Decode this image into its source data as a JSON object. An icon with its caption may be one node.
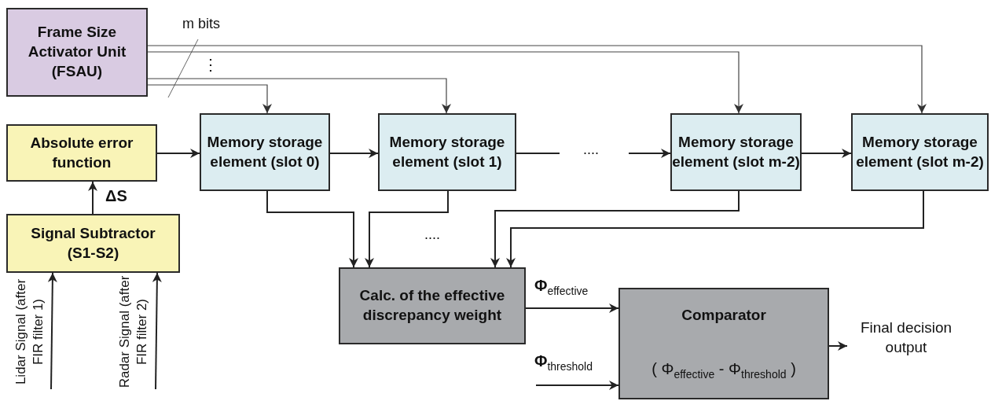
{
  "diagram": {
    "nodes": [
      {
        "text": [
          "Frame Size Activator Unit (FSAU)"
        ]
      },
      {
        "text": [
          "Absolute error function"
        ]
      },
      {
        "text": [
          "Signal  Subtractor (S1-S2)"
        ]
      },
      {
        "text": [
          "Memory storage element (slot 0)"
        ]
      },
      {
        "text": [
          "Memory storage element (slot 1)"
        ]
      },
      {
        "text": [
          "Memory storage element (slot m-2)"
        ]
      },
      {
        "text": [
          "Memory storage element (slot m-2)"
        ]
      },
      {
        "text": [
          "Calc.  of the effective discrepancy weight"
        ]
      },
      {
        "text": [
          "Comparator",
          "( Φ$_{effective}$ - Φ$_{threshold}$ )"
        ]
      },
      {
        "text": [
          "Final decision output"
        ]
      },
      {
        "text": [
          "Lidar Signal (after FIR filter 1)"
        ]
      },
      {
        "text": [
          "Radar Signal (after FIR filter 2)"
        ]
      }
    ],
    "edges": [
      {
        "from": 0,
        "to": 3,
        "arrow": "to"
      },
      {
        "from": 0,
        "to": 4,
        "arrow": "to"
      },
      {
        "from": 0,
        "to": 5,
        "arrow": "to"
      },
      {
        "from": 0,
        "to": 6,
        "arrow": "to"
      },
      {
        "from": 1,
        "to": 3,
        "arrow": "to"
      },
      {
        "from": 2,
        "to": 1,
        "arrow": "to",
        "label": "ΔS"
      },
      {
        "from": 10,
        "to": 2,
        "arrow": "to"
      },
      {
        "from": 11,
        "to": 2,
        "arrow": "to"
      },
      {
        "from": 3,
        "to": 4,
        "arrow": "to"
      },
      {
        "from": 4,
        "to": null,
        "arrow": "none"
      },
      {
        "from": null,
        "to": 5,
        "arrow": "to"
      },
      {
        "from": 5,
        "to": 6,
        "arrow": "to"
      },
      {
        "from": 3,
        "to": 7,
        "arrow": "to"
      },
      {
        "from": 4,
        "to": 7,
        "arrow": "to"
      },
      {
        "from": 5,
        "to": 7,
        "arrow": "to"
      },
      {
        "from": 6,
        "to": 7,
        "arrow": "to"
      },
      {
        "from": 7,
        "to": 8,
        "arrow": "to",
        "label": "Φ$_{effective}$"
      },
      {
        "from": null,
        "to": 8,
        "arrow": "to",
        "label": "Φ$_{threshold}$"
      },
      {
        "from": 8,
        "to": 9,
        "arrow": "to"
      }
    ],
    "labels": [
      "m bits",
      "⋮",
      "....",
      "...."
    ]
  }
}
